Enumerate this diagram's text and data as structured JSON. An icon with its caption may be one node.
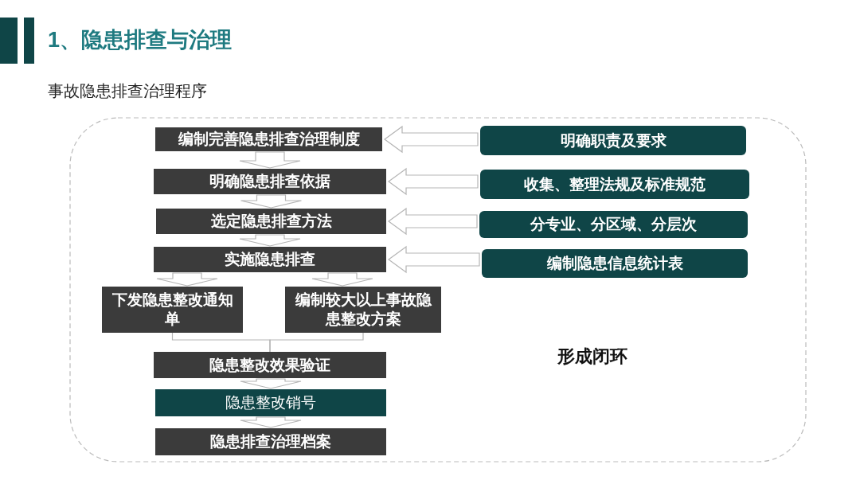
{
  "diagram": {
    "title": "1、隐患排查与治理",
    "nodes": [
      {
        "text": [
          "编制完善隐患排查治理制度"
        ]
      },
      {
        "text": [
          "明确隐患排查依据"
        ]
      },
      {
        "text": [
          "选定隐患排查方法"
        ]
      },
      {
        "text": [
          "实施隐患排查"
        ]
      },
      {
        "text": [
          "下发隐患整改通知单"
        ]
      },
      {
        "text": [
          "编制较大以上事故隐患整改方案"
        ]
      },
      {
        "text": [
          "隐患整改效果验证"
        ]
      },
      {
        "text": [
          "隐患整改销号"
        ]
      },
      {
        "text": [
          "隐患排查治理档案"
        ]
      },
      {
        "text": [
          "明确职责及要求"
        ]
      },
      {
        "text": [
          "收集、整理法规及标准规范"
        ]
      },
      {
        "text": [
          "分专业、分区域、分层次"
        ]
      },
      {
        "text": [
          "编制隐患信息统计表"
        ]
      }
    ],
    "edges": [
      {
        "from": 0,
        "to": 1,
        "arrow": "to"
      },
      {
        "from": 1,
        "to": 2,
        "arrow": "to"
      },
      {
        "from": 2,
        "to": 3,
        "arrow": "to"
      },
      {
        "from": 3,
        "to": 4,
        "arrow": "to"
      },
      {
        "from": 3,
        "to": 5,
        "arrow": "to"
      },
      {
        "from": 4,
        "to": 6,
        "arrow": "none"
      },
      {
        "from": 5,
        "to": 6,
        "arrow": "none"
      },
      {
        "from": 6,
        "to": 7,
        "arrow": "to"
      },
      {
        "from": 7,
        "to": 8,
        "arrow": "to"
      },
      {
        "from": 9,
        "to": 0,
        "arrow": "to"
      },
      {
        "from": 10,
        "to": 1,
        "arrow": "to"
      },
      {
        "from": 11,
        "to": 2,
        "arrow": "to"
      },
      {
        "from": 12,
        "to": 3,
        "arrow": "to"
      }
    ],
    "labels": [
      "事故隐患排查治理程序",
      "形成闭环"
    ]
  }
}
